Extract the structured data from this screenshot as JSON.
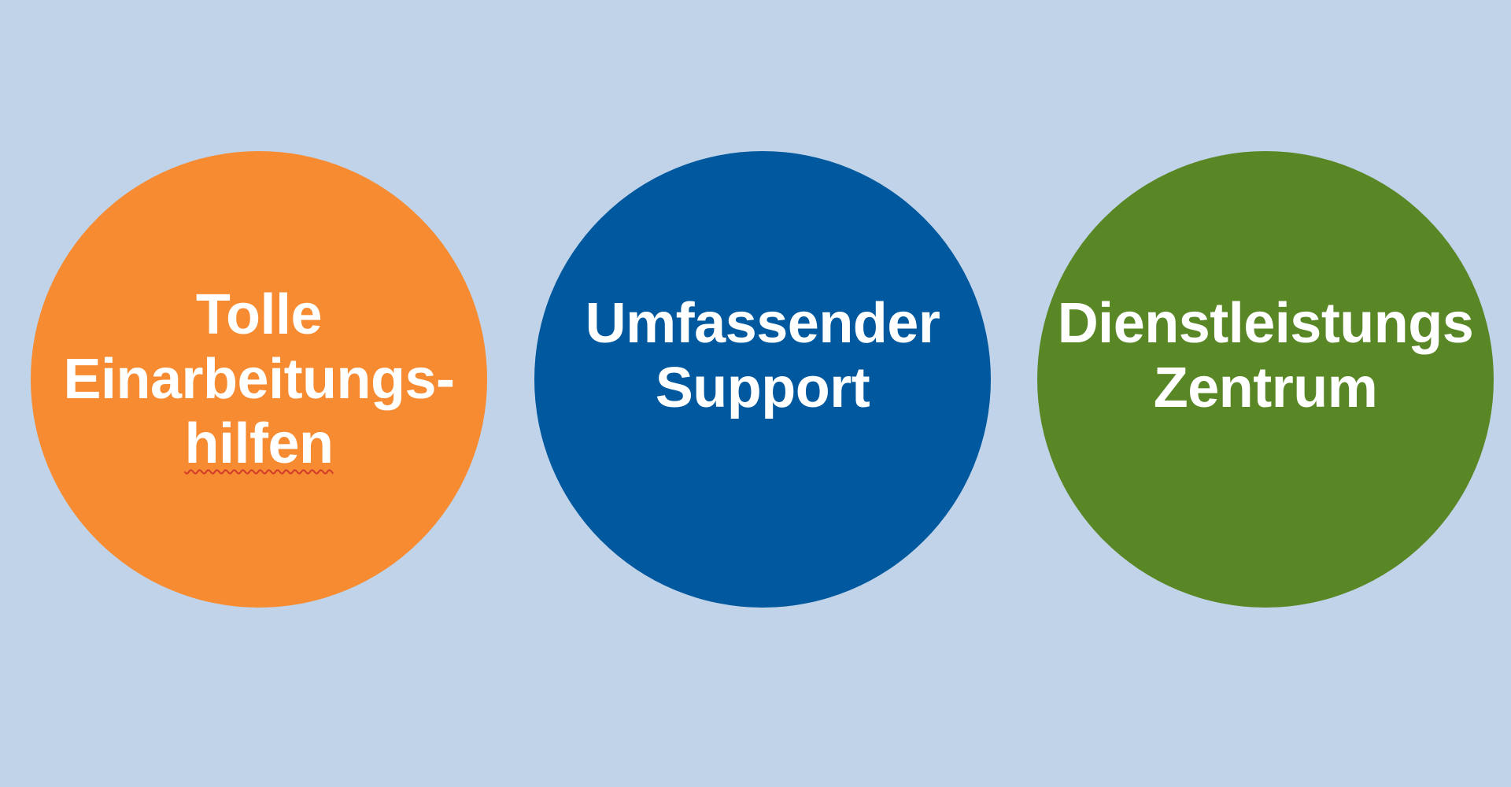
{
  "background_color": "#c1d3e8",
  "circles": [
    {
      "color": "#f68b31",
      "lines": [
        "Tolle",
        "Einarbeitungs-",
        "hilfen"
      ]
    },
    {
      "color": "#00589e",
      "lines": [
        "Umfassender",
        "Support"
      ]
    },
    {
      "color": "#5a8726",
      "lines": [
        "Dienstleistungs",
        "Zentrum"
      ]
    }
  ]
}
